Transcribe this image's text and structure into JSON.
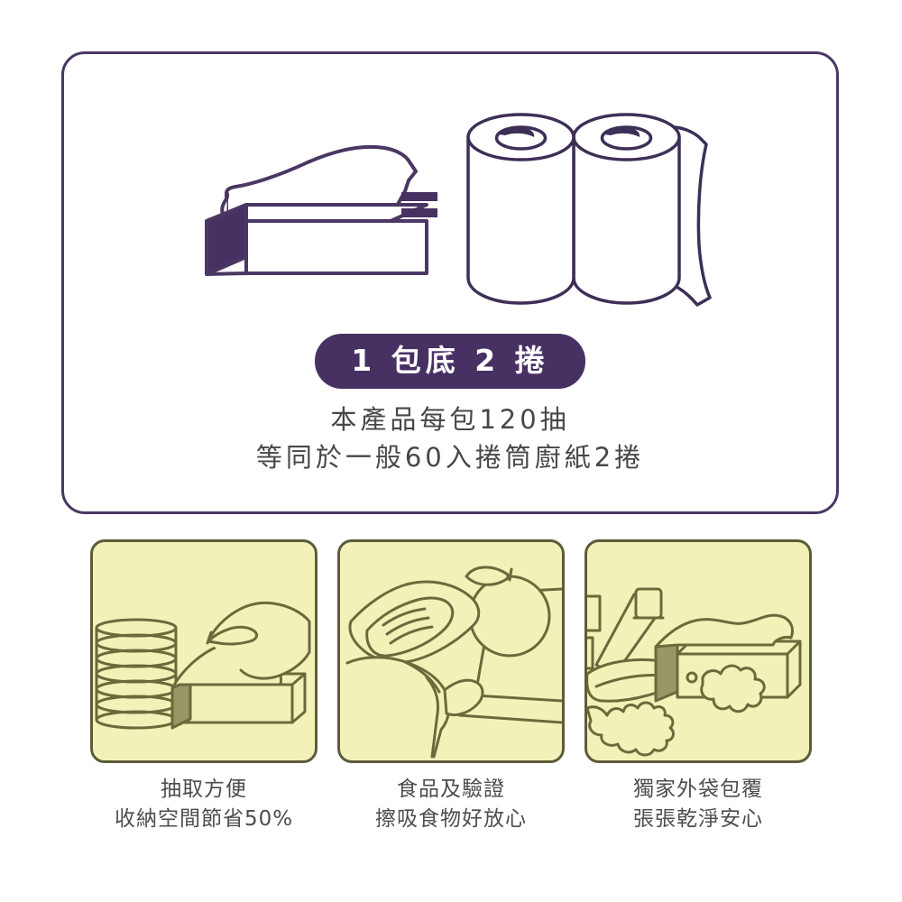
{
  "colors": {
    "purple": "#473163",
    "card_border": "#4a3763",
    "panel_bg": "#f2f2b8",
    "panel_border": "#5d5c3a",
    "body_text": "#474747",
    "caption_text": "#4d4d4d",
    "white": "#ffffff"
  },
  "compare_card": {
    "equals_symbol": "=",
    "left_item_icon": "tissue-box-icon",
    "right_item_icon": "paper-towel-rolls-icon",
    "badge_label": "1 包底 2 捲",
    "description": {
      "line1": "本產品每包120抽",
      "line2": "等同於一般60入捲筒廚紙2捲"
    }
  },
  "features": [
    {
      "icon": "hand-pulling-tissue-plates-icon",
      "caption_line1": "抽取方便",
      "caption_line2": "收納空間節省50%"
    },
    {
      "icon": "hands-wiping-apple-icon",
      "caption_line1": "食品及驗證",
      "caption_line2": "擦吸食物好放心"
    },
    {
      "icon": "faucet-water-splash-box-icon",
      "caption_line1": "獨家外袋包覆",
      "caption_line2": "張張乾淨安心"
    }
  ]
}
